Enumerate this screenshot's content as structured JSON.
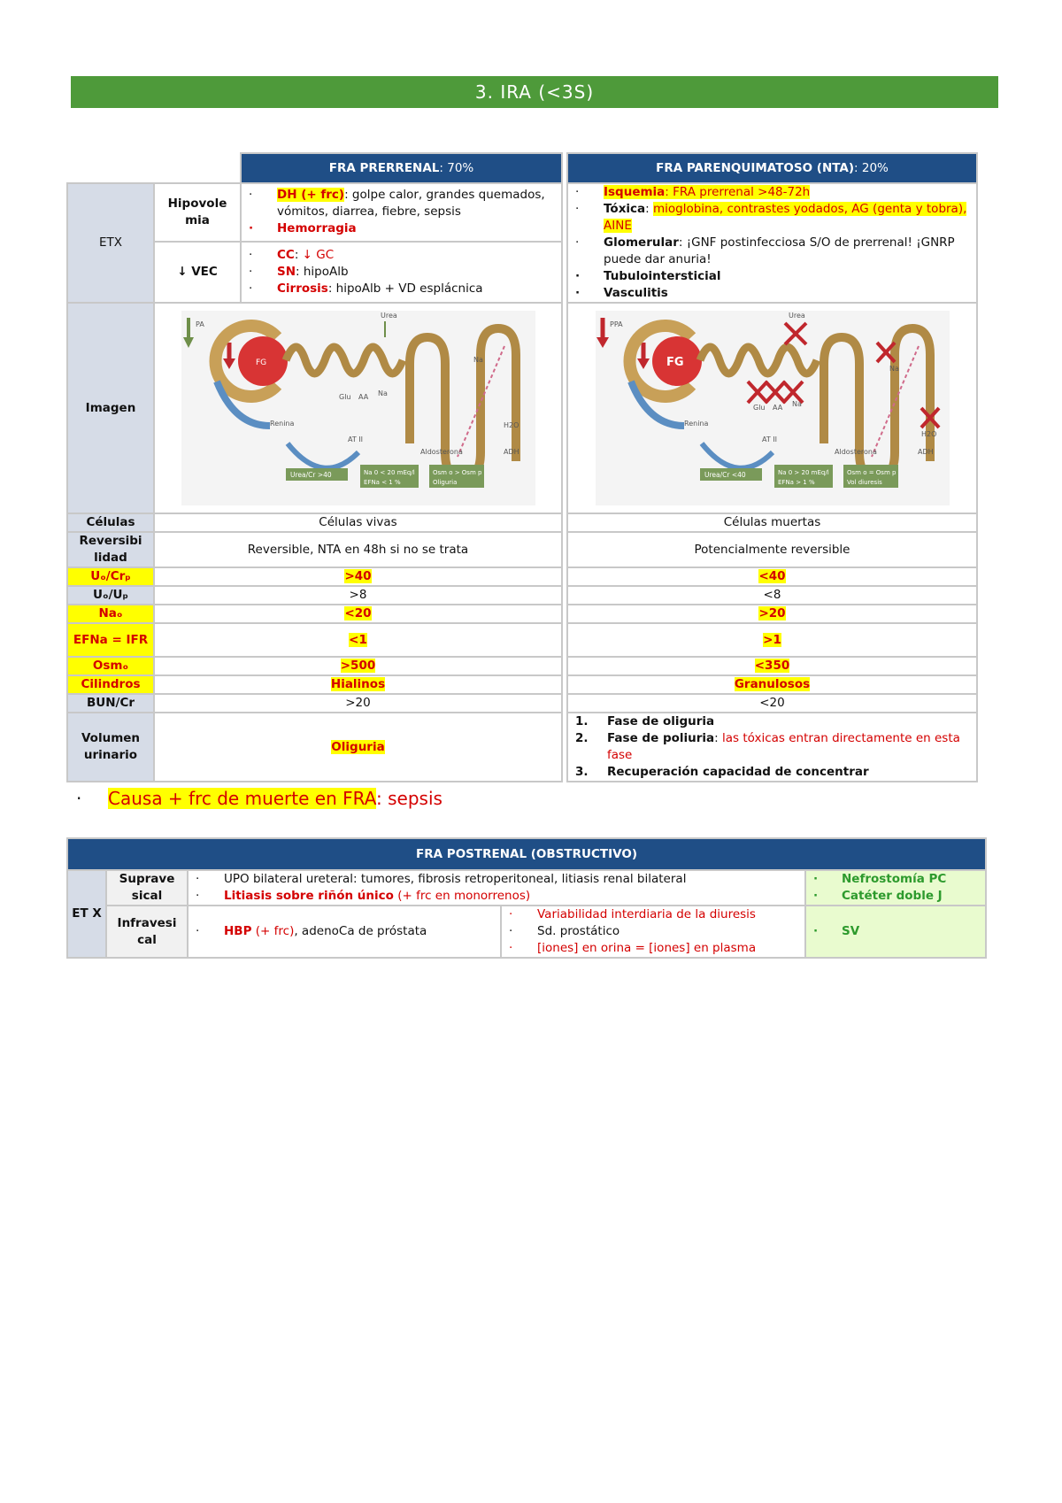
{
  "title": "3. IRA (<3S)",
  "table1": {
    "header_prerrenal_bold": "FRA PRERRENAL",
    "header_prerrenal_rest": ": 70%",
    "header_parenq_bold": "FRA PARENQUIMATOSO (NTA)",
    "header_parenq_rest": ": 20%",
    "etx_label": "ETX",
    "hipovolemia_label": "Hipovole mia",
    "vec_label": "↓ VEC",
    "hipo_item1_hl": "DH (+ frc)",
    "hipo_item1_rest": ": golpe calor, grandes quemados, vómitos, diarrea, fiebre, sepsis",
    "hipo_item2": "Hemorragia",
    "vec_item1_a": "CC",
    "vec_item1_b": ": ",
    "vec_item1_c": "↓ GC",
    "vec_item2_a": "SN",
    "vec_item2_b": ": hipoAlb",
    "vec_item3_a": "Cirrosis",
    "vec_item3_b": ": hipoAlb + VD esplácnica",
    "nta_item1_a": "Isquemia",
    "nta_item1_b": ": FRA prerrenal >48-72h",
    "nta_item2_a": "Tóxica",
    "nta_item2_b": ": ",
    "nta_item2_c": "mioglobina, contrastes yodados, AG (genta y tobra), AINE",
    "nta_item3_a": "Glomerular",
    "nta_item3_b": ": ¡GNF postinfecciosa S/O de prerrenal! ¡GNRP puede dar anuria!",
    "nta_item4": "Tubulointersticial",
    "nta_item5": "Vasculitis",
    "imagen_label": "Imagen",
    "img1": {
      "pa": "PA",
      "fg": "FG",
      "urea": "Urea",
      "glu": "Glu",
      "aa": "AA",
      "na_top": "Na",
      "na_loop": "Na",
      "renina": "Renina",
      "at2": "AT II",
      "aldosterona": "Aldosterona",
      "h2o": "H2O",
      "adh": "ADH",
      "box1": "Urea/Cr >40",
      "box2a": "Na 0 < 20 mEq/l",
      "box2b": "EFNa < 1 %",
      "box3a": "Osm o > Osm p",
      "box3b": "Oliguria"
    },
    "img2": {
      "pa": "PPA",
      "fg": "FG",
      "urea": "Urea",
      "glu": "Glu",
      "aa": "AA",
      "na_top": "Na",
      "na_loop": "Na",
      "renina": "Renina",
      "at2": "AT II",
      "aldosterona": "Aldosterona",
      "h2o": "H2O",
      "adh": "ADH",
      "box1": "Urea/Cr <40",
      "box2a": "Na 0 > 20 mEq/l",
      "box2b": "EFNa > 1 %",
      "box3a": "Osm o = Osm p",
      "box3b": "Vol diuresis"
    },
    "rows": {
      "celulas": {
        "label": "Células",
        "pre": "Células vivas",
        "nta": "Células muertas"
      },
      "reversibilidad": {
        "label": "Reversibi lidad",
        "pre": "Reversible, NTA en 48h si no se trata",
        "nta": "Potencialmente reversible"
      },
      "uocr": {
        "label": "Uₒ/Crₚ",
        "pre": ">40",
        "nta": "<40"
      },
      "uoup": {
        "label": "Uₒ/Uₚ",
        "pre": ">8",
        "nta": "<8"
      },
      "nao": {
        "label": "Naₒ",
        "pre": "<20",
        "nta": ">20"
      },
      "efna": {
        "label": "EFNa = IFR",
        "pre": "<1",
        "nta": ">1"
      },
      "osmo": {
        "label": "Osmₒ",
        "pre": ">500",
        "nta": "<350"
      },
      "cilindros": {
        "label": "Cilindros",
        "pre": "Hialinos",
        "nta": "Granulosos"
      },
      "bun": {
        "label": "BUN/Cr",
        "pre": ">20",
        "nta": "<20"
      }
    },
    "volumen_label": "Volumen urinario",
    "volumen_pre": "Oliguria",
    "fase1_num": "1.",
    "fase1": "Fase de oliguria",
    "fase2_num": "2.",
    "fase2_a": "Fase de poliuria",
    "fase2_b": ": ",
    "fase2_c": "las tóxicas entran directamente en esta fase",
    "fase3_num": "3.",
    "fase3": "Recuperación capacidad de concentrar"
  },
  "bullet": {
    "dot": "·",
    "hl": "Causa + frc de muerte en FRA",
    "rest": ": sepsis"
  },
  "table2": {
    "header": "FRA POSTRENAL (OBSTRUCTIVO)",
    "etx": "ET X",
    "supra_label": "Suprave sical",
    "infra_label": "Infravesi cal",
    "supra_item1": "UPO bilateral ureteral: tumores, fibrosis retroperitoneal, litiasis renal bilateral",
    "supra_item2_a": "Litiasis sobre riñón único",
    "supra_item2_b": " (+ frc en monorrenos)",
    "infra_item_a": "HBP",
    "infra_item_b": " (+ frc)",
    "infra_item_c": ", adenoCa de próstata",
    "infra_mid1": "Variabilidad interdiaria de la diuresis",
    "infra_mid2": "Sd. prostático",
    "infra_mid3": "[iones] en orina = [iones] en plasma",
    "treat1": "Nefrostomía PC",
    "treat2": "Catéter doble J",
    "treat3": "SV"
  }
}
